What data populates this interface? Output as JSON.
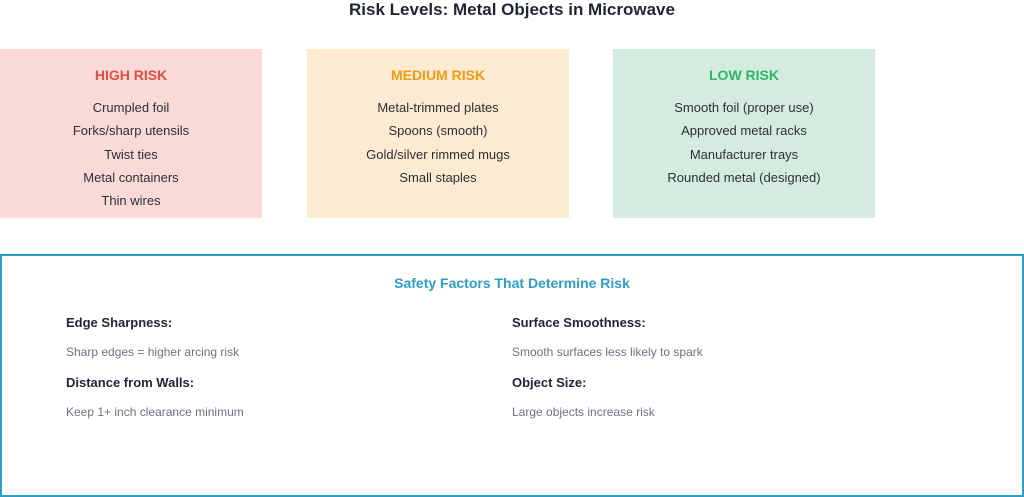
{
  "title": "Risk Levels: Metal Objects in Microwave",
  "risk_levels": [
    {
      "label": "HIGH RISK",
      "items": [
        "Crumpled foil",
        "Forks/sharp utensils",
        "Twist ties",
        "Metal containers",
        "Thin wires"
      ]
    },
    {
      "label": "MEDIUM RISK",
      "items": [
        "Metal-trimmed plates",
        "Spoons (smooth)",
        "Gold/silver rimmed mugs",
        "Small staples"
      ]
    },
    {
      "label": "LOW RISK",
      "items": [
        "Smooth foil (proper use)",
        "Approved metal racks",
        "Manufacturer trays",
        "Rounded metal (designed)"
      ]
    }
  ],
  "safety": {
    "title": "Safety Factors That Determine Risk",
    "factors": [
      {
        "label": "Edge Sharpness:",
        "desc": "Sharp edges = higher arcing risk"
      },
      {
        "label": "Surface Smoothness:",
        "desc": "Smooth surfaces less likely to spark"
      },
      {
        "label": "Distance from Walls:",
        "desc": "Keep 1+ inch clearance minimum"
      },
      {
        "label": "Object Size:",
        "desc": "Large objects increase risk"
      }
    ]
  },
  "colors": {
    "high": "#e14d3f",
    "medium": "#ef9b12",
    "low": "#2fb565",
    "safety": "#2e9ec8"
  }
}
